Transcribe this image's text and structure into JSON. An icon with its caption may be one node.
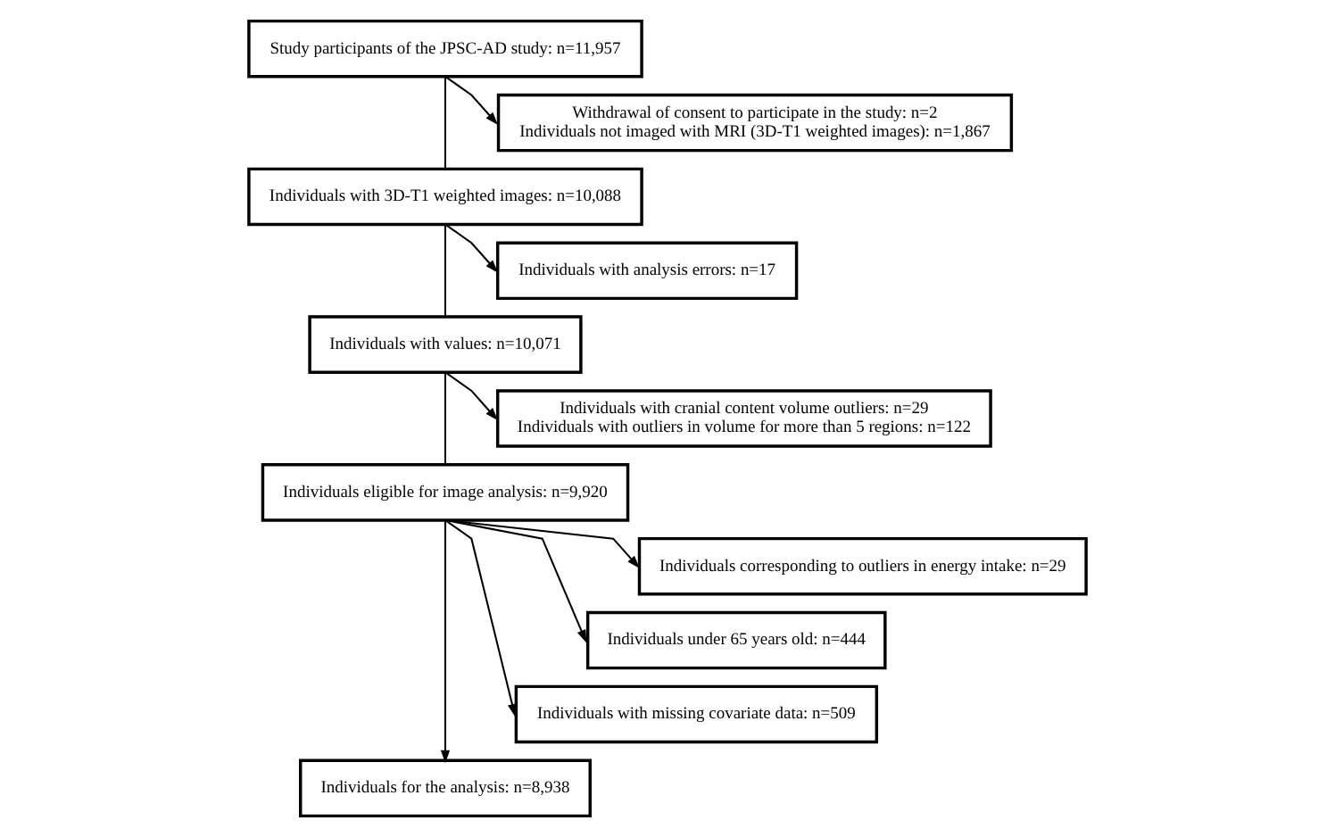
{
  "diagram": {
    "nodes": [
      {
        "text": [
          "Study participants of the JPSC-AD study: n=11,957"
        ]
      },
      {
        "text": [
          "Withdrawal of consent to participate in the study: n=2",
          "Individuals not imaged with MRI (3D-T1 weighted images): n=1,867"
        ]
      },
      {
        "text": [
          "Individuals with 3D-T1 weighted images: n=10,088"
        ]
      },
      {
        "text": [
          "Individuals with analysis errors: n=17"
        ]
      },
      {
        "text": [
          "Individuals with values: n=10,071"
        ]
      },
      {
        "text": [
          "Individuals with cranial content volume outliers: n=29",
          "Individuals with outliers in volume for more than 5 regions: n=122"
        ]
      },
      {
        "text": [
          "Individuals eligible for image analysis: n=9,920"
        ]
      },
      {
        "text": [
          "Individuals corresponding to outliers in energy intake: n=29"
        ]
      },
      {
        "text": [
          "Individuals under 65 years old: n=444"
        ]
      },
      {
        "text": [
          "Individuals with missing covariate data: n=509"
        ]
      },
      {
        "text": [
          "Individuals for the analysis: n=8,938"
        ]
      }
    ],
    "edges": [
      {
        "from": 0,
        "to": 1,
        "arrow": "to"
      },
      {
        "from": 0,
        "to": 2,
        "arrow": "none"
      },
      {
        "from": 2,
        "to": 3,
        "arrow": "to"
      },
      {
        "from": 2,
        "to": 4,
        "arrow": "none"
      },
      {
        "from": 4,
        "to": 5,
        "arrow": "to"
      },
      {
        "from": 4,
        "to": 6,
        "arrow": "none"
      },
      {
        "from": 6,
        "to": 7,
        "arrow": "to"
      },
      {
        "from": 6,
        "to": 8,
        "arrow": "to"
      },
      {
        "from": 6,
        "to": 9,
        "arrow": "to"
      },
      {
        "from": 6,
        "to": 10,
        "arrow": "to"
      }
    ]
  }
}
